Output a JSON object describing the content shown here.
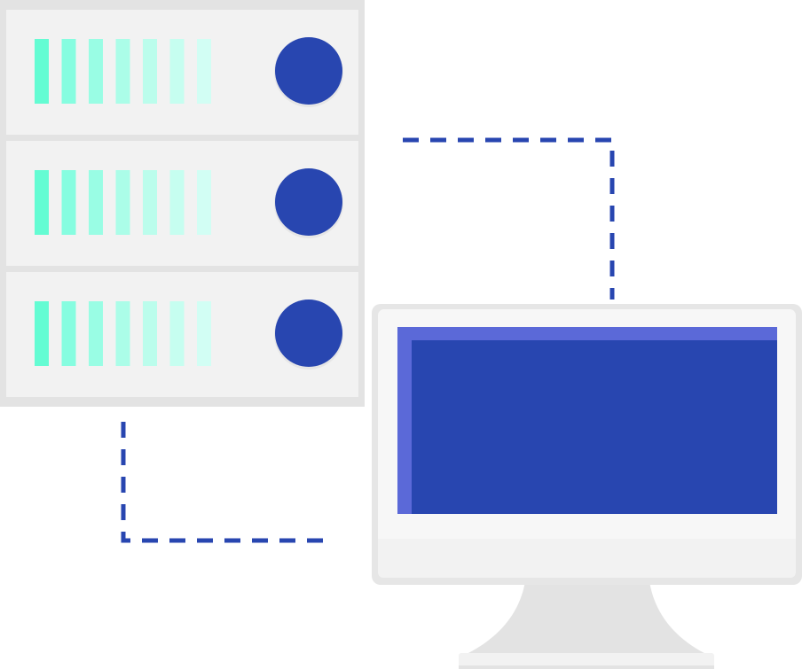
{
  "colors": {
    "background": "#ffffff",
    "server_frame": "#e3e3e3",
    "server_panel": "#f2f2f2",
    "indicator_light": "#2846b0",
    "indicator_shadow": "#e6e6e6",
    "bar_colors": [
      "#64fcd3",
      "#86fde0",
      "#99fde4",
      "#abfde8",
      "#bbfdec",
      "#c6fef0",
      "#d2fef4"
    ],
    "connector_line": "#2846b0",
    "monitor_bezel": "#e6e6e6",
    "monitor_face": "#f7f7f7",
    "monitor_chin": "#f2f2f2",
    "screen_accent": "#5b69d8",
    "screen": "#2846b0",
    "monitor_stand": "#e3e3e3",
    "monitor_base": "#f2f2f2",
    "monitor_base_edge": "#e3e3e3"
  },
  "icons": {
    "server": "server-rack-icon",
    "monitor": "desktop-monitor-icon",
    "link": "dashed-connection-line"
  },
  "server": {
    "unit_count": 3,
    "status_bars_per_unit": 7
  }
}
